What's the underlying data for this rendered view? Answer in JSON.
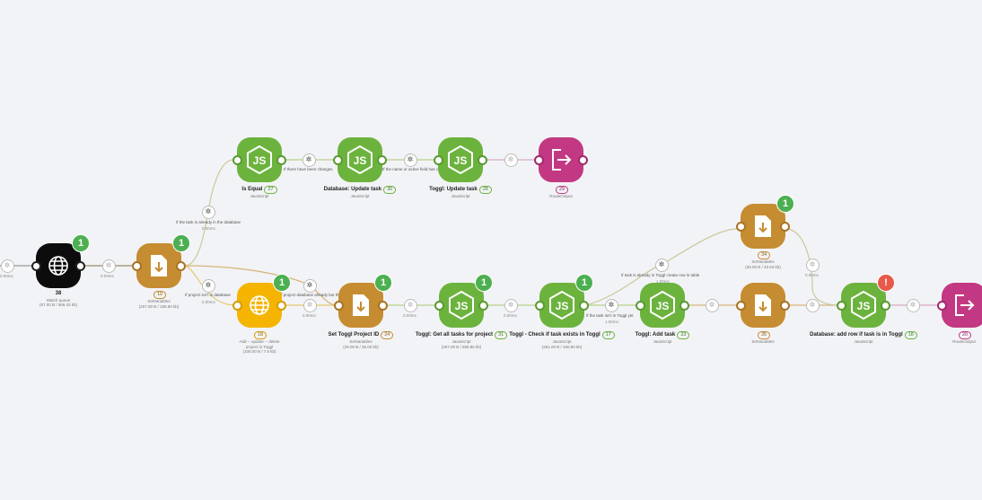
{
  "nodes": {
    "webhook": {
      "count": "1",
      "id": "38",
      "module": "Watch queue",
      "meta": "(67.00 B / 566.43 kb)"
    },
    "setvar_main": {
      "count": "1",
      "id": "10",
      "module": "SetVariables",
      "meta": "(207.00 B / 158.50 kb)"
    },
    "is_equal": {
      "name": "Is Equal",
      "id": "27",
      "module": "JavaScript"
    },
    "db_update": {
      "name": "Database: Update task",
      "id": "30",
      "module": "JavaScript"
    },
    "toggl_update": {
      "name": "Toggl: Update task",
      "id": "28",
      "module": "JavaScript"
    },
    "flow_top": {
      "id": "29",
      "module": "RouteOutput"
    },
    "http": {
      "count": "1",
      "id": "18",
      "line1": "Add -- update -- delete",
      "line2": "project in Toggl",
      "meta": "(108.00 B / 7.5 kb)"
    },
    "set_project": {
      "count": "1",
      "name": "Set Toggl Project ID",
      "id": "24",
      "module": "SetVariables",
      "meta": "(26.00 B / 35.00 kb)"
    },
    "get_tasks": {
      "count": "1",
      "name": "Toggl: Get all tasks for project",
      "id": "31",
      "module": "JavaScript",
      "meta": "(267.00 B / 568.86 kb)"
    },
    "check_task": {
      "count": "1",
      "name": "Toggl - Check if task exists in Toggl",
      "id": "17",
      "module": "JavaScript",
      "meta": "(261.00 B / 160.80 kb)"
    },
    "add_task": {
      "name": "Toggl: Add task",
      "id": "33",
      "module": "JavaScript"
    },
    "setvar_34": {
      "count": "1",
      "id": "34",
      "module": "SetVariables",
      "meta": "(25.00 B / 33.63 kb)"
    },
    "setvar_35": {
      "id": "35",
      "module": "SetVariables"
    },
    "db_add": {
      "count": "!",
      "name": "Database: add row if task is in Toggl",
      "id": "18",
      "module": "JavaScript"
    },
    "flow_end": {
      "id": "20",
      "module": "RouteOutput"
    }
  },
  "filters": {
    "f1": {
      "count": "0.00ms"
    },
    "f2": {
      "count": "0.00ms"
    },
    "f_db": {
      "label": "If the task is already in the database",
      "count": "0.00ms"
    },
    "f_changes": {
      "label": "If there have been changes"
    },
    "f_name": {
      "label": "If the name or active field has changed"
    },
    "f_flow": {
      "label": ""
    },
    "f_project": {
      "label": "If project isn't in database",
      "count": "0.00ms"
    },
    "f_dbnot": {
      "label": "If project database already but the project",
      "count": "0.00ms"
    },
    "f_set": {
      "count": "0.00ms"
    },
    "f_get": {
      "count": "0.00ms"
    },
    "f_check": {
      "label": "If the task isn't in Toggl yet",
      "count": "1.00ms"
    },
    "f_already": {
      "label": "If task is already in Toggl create row in table",
      "count": "1.00ms"
    },
    "f_34": {
      "count": "0.00ms"
    },
    "f_add": {
      "label": ""
    },
    "f_35": {
      "label": ""
    },
    "f_end": {
      "label": ""
    },
    "f_left": {
      "count": "0.00ms"
    }
  },
  "colors": {
    "js": "#6cb33e",
    "setvar": "#c68c31",
    "http": "#f4b400",
    "webhook": "#0c0c0c",
    "flow": "#c33882",
    "badge": "#4caf50",
    "error": "#e8594a"
  },
  "icons": {
    "js": "nodejs-icon",
    "setvar": "download-file-icon",
    "http": "globe-icon",
    "webhook": "globe-icon",
    "flow": "exit-icon",
    "filter": "gear-icon"
  }
}
